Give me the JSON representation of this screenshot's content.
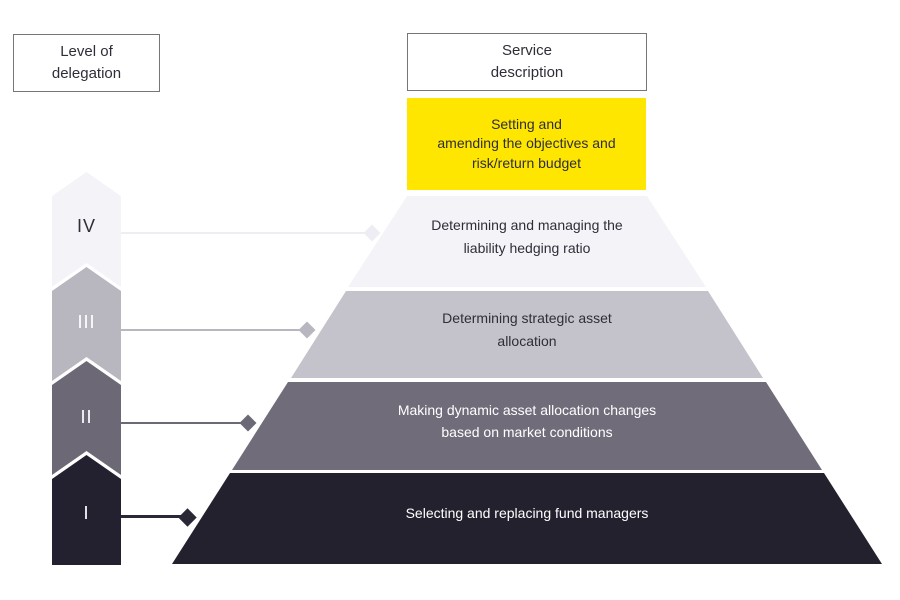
{
  "palette": {
    "accent_yellow": "#ffe600",
    "dark_text": "#2e2e38",
    "white_text": "#ffffff",
    "box_border": "#767676"
  },
  "headers": {
    "left_box": "Level of\ndelegation",
    "right_box": "Service\ndescription"
  },
  "top_block": {
    "text": "Setting and\namending the objectives and\nrisk/return budget",
    "fill": "#ffe600",
    "text_color": "#2e2e38"
  },
  "pyramid": {
    "layers": [
      {
        "numeral": "IV",
        "numeral_color": "#2e2e38",
        "text": "Determining and managing the\nliability hedging ratio",
        "fill": "#f4f3f8",
        "text_color": "#2e2e38",
        "chevron_fill": "#f4f3f8",
        "connector_color": "#eeedf3"
      },
      {
        "numeral": "III",
        "numeral_color": "#ffffff",
        "text": "Determining strategic asset\nallocation",
        "fill": "#c4c3cb",
        "text_color": "#2e2e38",
        "chevron_fill": "#b8b7c0",
        "connector_color": "#b8b7c0"
      },
      {
        "numeral": "II",
        "numeral_color": "#ffffff",
        "text": "Making dynamic asset allocation changes\nbased on market conditions",
        "fill": "#706c7a",
        "text_color": "#ffffff",
        "chevron_fill": "#6c6876",
        "connector_color": "#6c6876"
      },
      {
        "numeral": "I",
        "numeral_color": "#ffffff",
        "text": "Selecting and replacing fund managers",
        "fill": "#23212e",
        "text_color": "#ffffff",
        "chevron_fill": "#232130",
        "connector_color": "#2a2836"
      }
    ]
  }
}
